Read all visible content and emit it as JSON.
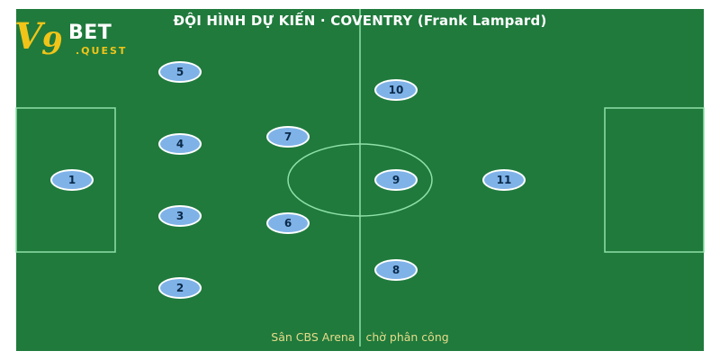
{
  "title": "ĐỘI HÌNH DỰ KIẾN · COVENTRY (Frank Lampard)",
  "logo": {
    "mark": "V9",
    "brand": "BET",
    "suffix": ".QUEST"
  },
  "footer": {
    "venue": "Sân CBS Arena",
    "status": "chờ phân công"
  },
  "colors": {
    "pitch": "#1f7a3c",
    "lines": "#8fe0a8",
    "player_fill": "#7fb3e8",
    "player_border": "#ffffff",
    "title_text": "#ffffff",
    "footer_text": "#e8dc8a",
    "logo_accent": "#f0c419"
  },
  "players": [
    {
      "number": "1"
    },
    {
      "number": "2"
    },
    {
      "number": "3"
    },
    {
      "number": "4"
    },
    {
      "number": "5"
    },
    {
      "number": "6"
    },
    {
      "number": "7"
    },
    {
      "number": "8"
    },
    {
      "number": "9"
    },
    {
      "number": "10"
    },
    {
      "number": "11"
    }
  ]
}
